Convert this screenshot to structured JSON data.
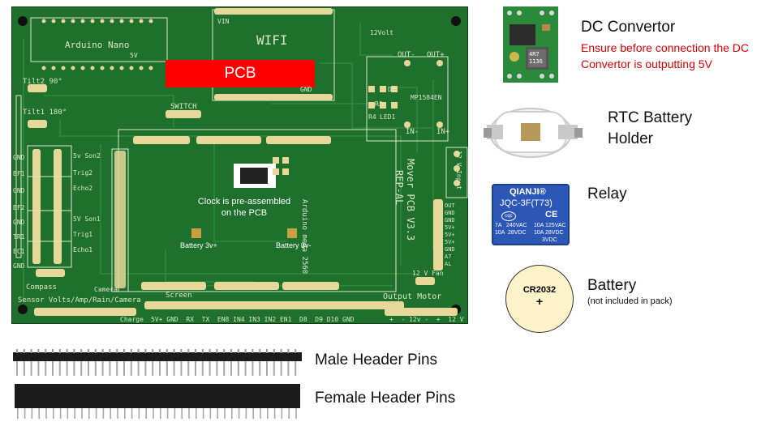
{
  "pcb": {
    "label": "PCB",
    "clock_note_line1": "Clock is pre-assembled",
    "clock_note_line2": "on the PCB",
    "battery_pos": "Battery 3v+",
    "battery_neg": "Battery 3v-",
    "arduino_nano": "Arduino Nano",
    "wifi": "WIFI",
    "arduino_mega": "Arduino mega 2560",
    "mover_pcb": "Mover PCB V3.3",
    "rep_al": "REP-AL",
    "switch": "SWITCH",
    "tilt2": "Tilt2 90°",
    "tilt1": "Tilt1 180°",
    "compass": "Compass",
    "screen": "Screen",
    "camera": "Camera",
    "sensor_row": "Sensor Volts/Amp/Rain/Camera",
    "charge": "Charge",
    "output_motor": "Output Motor",
    "v12_fan": "12 V Fan",
    "v12_input": "12 V Input",
    "out_minus": "OUT-",
    "out_plus": "OUT+",
    "in_minus": "IN-",
    "in_plus": "IN+",
    "v12volt": "12Volt",
    "mp1584en": "MP1584EN",
    "r3": "R3",
    "r4": "R4",
    "led1": "LED1",
    "d1": "D1",
    "gnd": "GND",
    "v5": "5V",
    "vin": "VIN",
    "bottom_pins": "5V+ GND  RX  TX  EN8 IN4 IN3 IN2 EN1  D8  D9 D10 GND",
    "motor_pins": "+  - 12v -  +  12 V",
    "sonar_labels": [
      "5v Son2",
      "Trig2",
      "Echo2",
      "5V Son1",
      "Trig1",
      "Echo1"
    ],
    "left_labels": [
      "GND",
      "BF1",
      "GND",
      "BF2",
      "GND",
      "TR1",
      "EC1",
      "GND"
    ],
    "right_header_labels": [
      "OUT",
      "GND",
      "GND",
      "5V+",
      "5V+",
      "5V+",
      "GND",
      "A7",
      "AL"
    ]
  },
  "parts": [
    {
      "title": "DC Convertor",
      "warning": "Ensure before connection the DC Convertor is outputting 5V",
      "warning_line1": "Ensure before connection the DC",
      "warning_line2": "Convertor is outputting 5V"
    },
    {
      "title_line1": "RTC Battery",
      "title_line2": "Holder"
    },
    {
      "title": "Relay"
    },
    {
      "title": "Battery",
      "note": "(not included in pack)",
      "coin_model": "CR2032",
      "coin_sign": "+"
    }
  ],
  "relay": {
    "brand": "QIANJI®",
    "model": "JQC-3F(T73)",
    "rating_left1": "7A   240VAC",
    "rating_left2": "10A  28VDC",
    "rating_right1": "10A 125VAC",
    "rating_right2": "10A 28VDC",
    "coil": "3VDC"
  },
  "dc_module": {
    "marking": "4R7",
    "marking2": "1136"
  },
  "headers": [
    {
      "title": "Male Header Pins"
    },
    {
      "title": "Female Header Pins"
    }
  ],
  "colors": {
    "pcb_green": "#1e6e2c",
    "pcb_dark": "#154f1f",
    "accent_red": "#e00000",
    "pad_gold": "#c9a040"
  }
}
